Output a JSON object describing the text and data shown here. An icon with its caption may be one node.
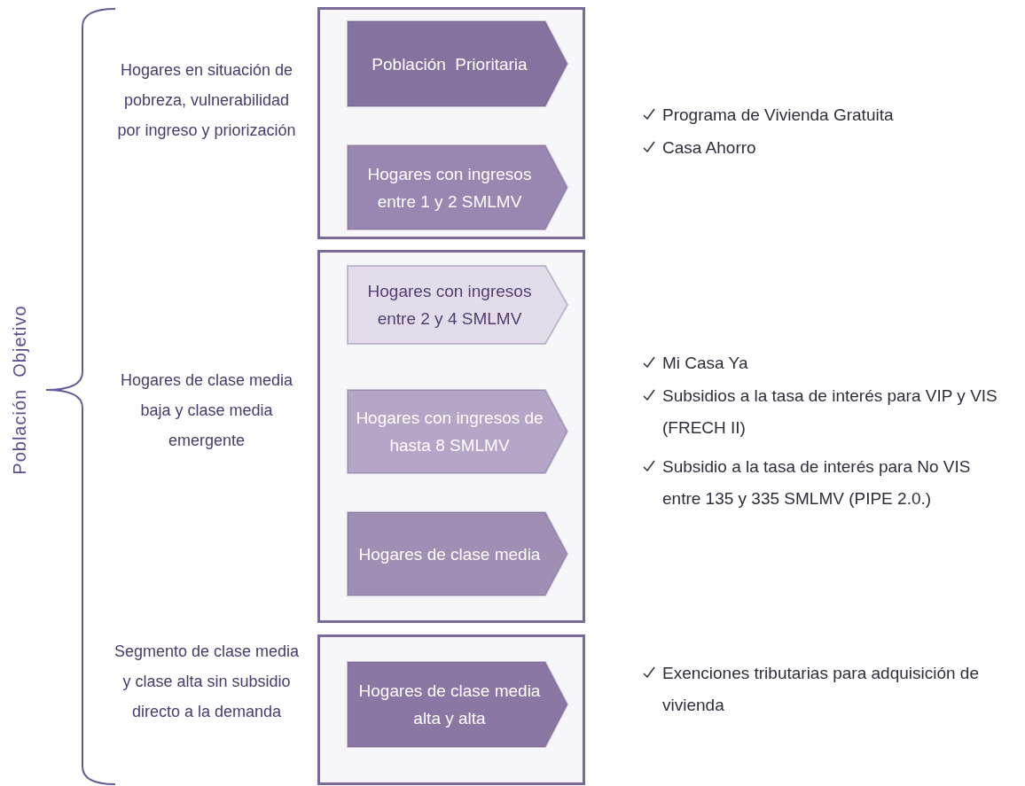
{
  "diagram": {
    "nodes": [
      {
        "text": [],
        "shape": "box"
      },
      {
        "text": [
          "Población  Prioritaria"
        ],
        "in": 0
      },
      {
        "text": [
          "Hogares con ingresos entre 1 y 2 SMLMV"
        ],
        "in": 0
      },
      {
        "text": [],
        "shape": "box"
      },
      {
        "text": [
          "Hogares con ingresos entre 2 y 4 SMLMV"
        ],
        "in": 3
      },
      {
        "text": [
          "Hogares con ingresos de hasta 8 SMLMV"
        ],
        "in": 3
      },
      {
        "text": [
          "Hogares de clase media"
        ],
        "in": 3
      },
      {
        "text": [],
        "shape": "box"
      },
      {
        "text": [
          "Hogares de clase media alta y alta"
        ],
        "in": 7
      }
    ],
    "labels": [
      "Población  Objetivo",
      "Hogares en situación de pobreza, vulnerabilidad por ingreso y priorización",
      "Programa de Vivienda Gratuita",
      "Casa Ahorro",
      "Hogares de clase media baja y clase media emergente",
      "Mi Casa Ya",
      "Subsidios a la tasa de interés para VIP y VIS (FRECH II)",
      "Subsidio a la tasa de interés para No VIS entre 135 y 335 SMLMV (PIPE 2.0.)",
      "Segmento de clase media y clase alta sin subsidio directo a la demanda",
      "Exenciones tributarias para adquisición de vivienda"
    ]
  }
}
